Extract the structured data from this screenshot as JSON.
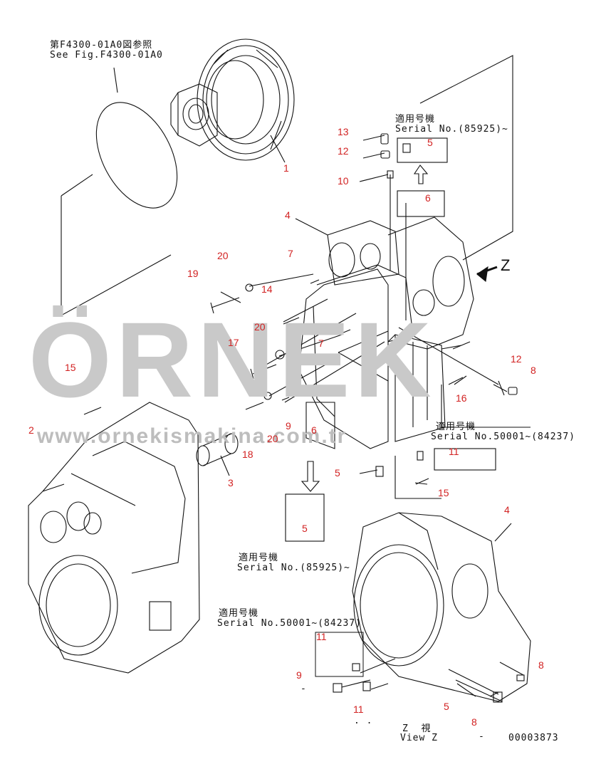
{
  "notes": {
    "top_ref_jp": "第F4300-01A0図参照",
    "top_ref_en": "See Fig.F4300-01A0",
    "serial_85925_jp_top": "適用号機",
    "serial_85925_en_top": "Serial No.(85925)~",
    "serial_50001_jp_right": "適用号機",
    "serial_50001_en_right": "Serial No.50001~(84237)",
    "serial_85925_jp_mid": "適用号機",
    "serial_85925_en_mid": "Serial No.(85925)~",
    "serial_50001_jp_left": "適用号機",
    "serial_50001_en_left": "Serial No.50001~(84237)",
    "view_z_jp": "Z  視",
    "view_z_en": "View Z",
    "z_arrow_label": "Z",
    "drawing_number": "00003873",
    "dash_1": "-",
    "dash_2": "-",
    "dots": ". ."
  },
  "watermark": {
    "brand": "ÖRNEK",
    "site": "www.ornekismakina.com.tr"
  },
  "callouts": {
    "c1": "1",
    "c2": "2",
    "c3": "3",
    "c4a": "4",
    "c4b": "4",
    "c5a": "5",
    "c5b": "5",
    "c5c": "5",
    "c5d": "5",
    "c6a": "6",
    "c6b": "6",
    "c7a": "7",
    "c7b": "7",
    "c8a": "8",
    "c8b": "8",
    "c8c": "8",
    "c9a": "9",
    "c9b": "9",
    "c10": "10",
    "c11a": "11",
    "c11b": "11",
    "c11c": "11",
    "c12a": "12",
    "c12b": "12",
    "c13": "13",
    "c14": "14",
    "c15a": "15",
    "c15b": "15",
    "c16": "16",
    "c17": "17",
    "c18": "18",
    "c19": "19",
    "c20a": "20",
    "c20b": "20",
    "c20c": "20"
  },
  "colors": {
    "callout": "#d22222",
    "linework": "#111111",
    "watermark": "#c9c9c9",
    "watermark_accent": "#f0d36a"
  }
}
